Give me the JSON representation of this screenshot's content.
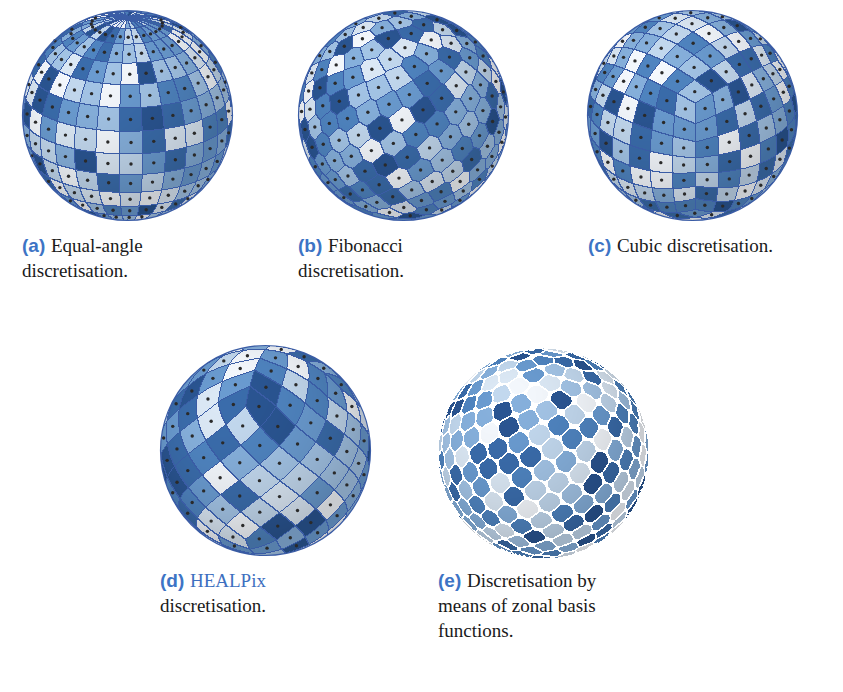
{
  "diagram": {
    "labels": [
      "(a)",
      "Equal-angle discretisation.",
      "(b)",
      "Fibonacci discretisation.",
      "(c)",
      "Cubic discretisation.",
      "(d)",
      "HEALPix",
      "discretisation.",
      "(e)",
      "Discretisation by means of zonal basis functions."
    ]
  }
}
